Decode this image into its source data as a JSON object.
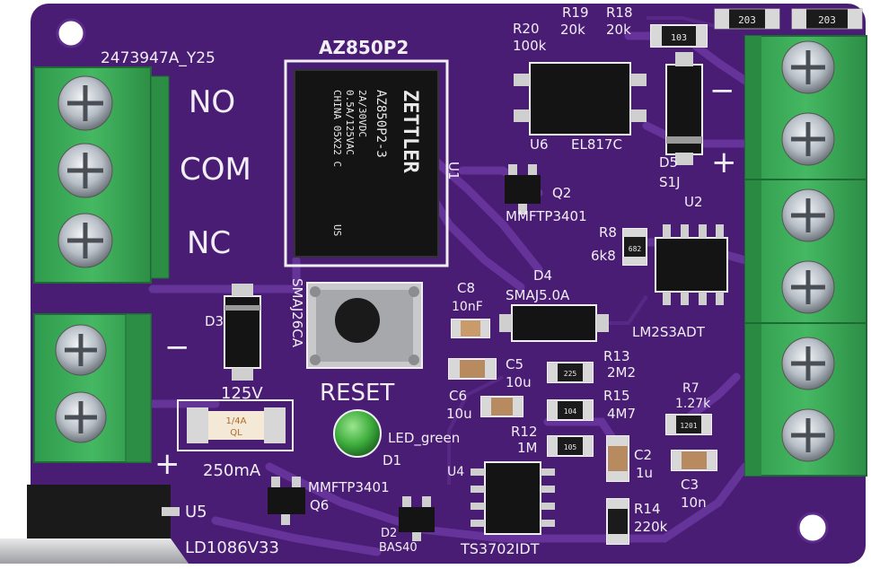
{
  "board": {
    "id_code": "2473947A_Y25",
    "relay_part": "AZ850P2",
    "relay_body": [
      "ZETTLER",
      "AZ850P2-3",
      "2A/30VDC",
      "0.5A/125VAC",
      "CHINA  05X22  C",
      "US"
    ],
    "terminal_labels": {
      "no": "NO",
      "com": "COM",
      "nc": "NC",
      "minus_left": "−",
      "plus_left": "+",
      "minus_right": "−",
      "plus_right": "+"
    },
    "components": {
      "r20": {
        "name": "R20",
        "value": "100k"
      },
      "r19": {
        "name": "R19",
        "value": "20k"
      },
      "r18": {
        "name": "R18",
        "value": "20k"
      },
      "u6": {
        "name": "U6",
        "value": "EL817C"
      },
      "d5": {
        "name": "D5",
        "value": "S1J"
      },
      "u1": {
        "name": "U1"
      },
      "q2": {
        "name": "Q2",
        "value": "MMFTP3401"
      },
      "u2": {
        "name": "U2",
        "value": "LM2S3ADT"
      },
      "r8": {
        "name": "R8",
        "value": "6k8"
      },
      "d4": {
        "name": "D4",
        "value": "SMAJ5.0A"
      },
      "c8": {
        "name": "C8",
        "value": "10nF"
      },
      "c5": {
        "name": "C5",
        "value": "10u"
      },
      "c6": {
        "name": "C6",
        "value": "10u"
      },
      "r13": {
        "name": "R13",
        "value": "2M2"
      },
      "r15": {
        "name": "R15",
        "value": "4M7"
      },
      "r12": {
        "name": "R12",
        "value": "1M"
      },
      "r7": {
        "name": "R7",
        "value": "1.27k"
      },
      "c2": {
        "name": "C2",
        "value": "1u"
      },
      "c3": {
        "name": "C3",
        "value": "10n"
      },
      "r14": {
        "name": "R14",
        "value": "220k"
      },
      "d3": {
        "name": "D3",
        "value": "SMAJ26CA",
        "extra": "125V"
      },
      "fuse": {
        "value": "250mA",
        "body": "1/4A",
        "body2": "QL"
      },
      "reset": {
        "label": "RESET"
      },
      "d1": {
        "name": "D1",
        "value": "LED_green"
      },
      "q6": {
        "name": "Q6",
        "value": "MMFTP3401"
      },
      "u4": {
        "name": "U4",
        "value": "TS3702IDT"
      },
      "d2": {
        "name": "D2",
        "value": "BAS40"
      },
      "u5": {
        "name": "U5",
        "value": "LD1086V33"
      }
    },
    "chip_codes": {
      "r20": "103",
      "r8": "682",
      "r13": "225",
      "r15": "104",
      "r12": "105",
      "r7": "1201",
      "top1": "203",
      "top2": "203"
    }
  }
}
